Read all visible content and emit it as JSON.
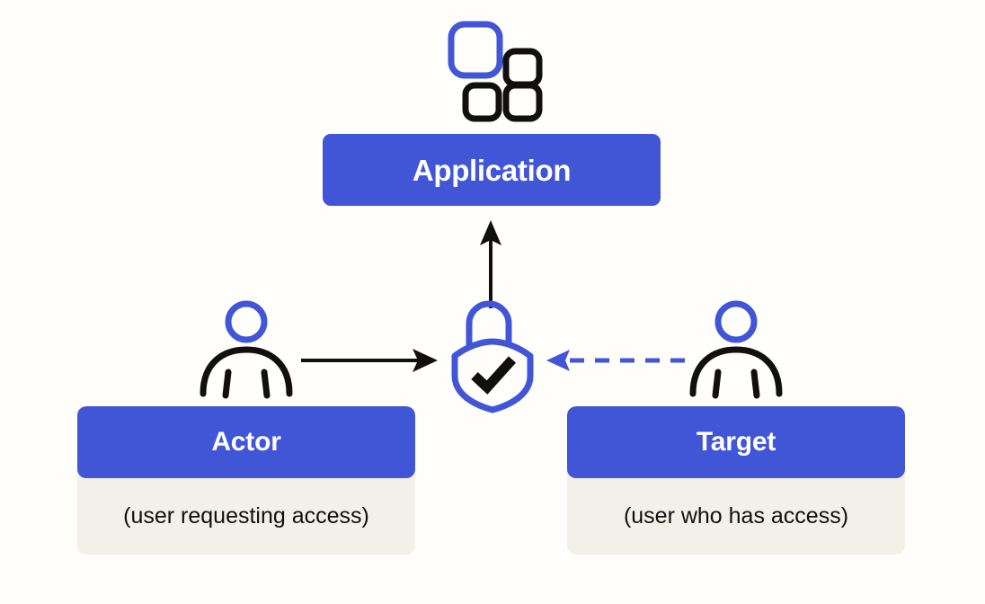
{
  "page": {
    "title": "Access request flow diagram",
    "background_color": "#FFFEFB"
  },
  "colors": {
    "brand_blue": "#4056D6",
    "card_body_beige": "#F3EFE9",
    "ink_black": "#12100E",
    "white": "#FFFFFF"
  },
  "application": {
    "label": "Application",
    "icon": "app-grid-icon",
    "box_color": "#4056D6",
    "text_color": "#FFFFFF"
  },
  "center": {
    "icon": "unlocked-padlock-shield-check-icon",
    "outline_color": "#4056D6",
    "check_color": "#12100E"
  },
  "actor": {
    "title": "Actor",
    "description": "(user requesting access)",
    "icon": "person-icon",
    "head_color": "#4056D6",
    "body_color": "#12100E"
  },
  "target": {
    "title": "Target",
    "description": "(user who has access)",
    "icon": "person-icon",
    "head_color": "#4056D6",
    "body_color": "#12100E"
  },
  "arrows": [
    {
      "name": "arrow-shield-to-application",
      "style": "solid",
      "color": "#12100E",
      "direction": "up",
      "from": "center",
      "to": "application"
    },
    {
      "name": "arrow-actor-to-shield",
      "style": "solid",
      "color": "#12100E",
      "direction": "right",
      "from": "actor",
      "to": "center"
    },
    {
      "name": "arrow-target-to-shield",
      "style": "dashed",
      "color": "#4056D6",
      "direction": "left",
      "from": "target",
      "to": "center",
      "dash_count": 6
    }
  ]
}
